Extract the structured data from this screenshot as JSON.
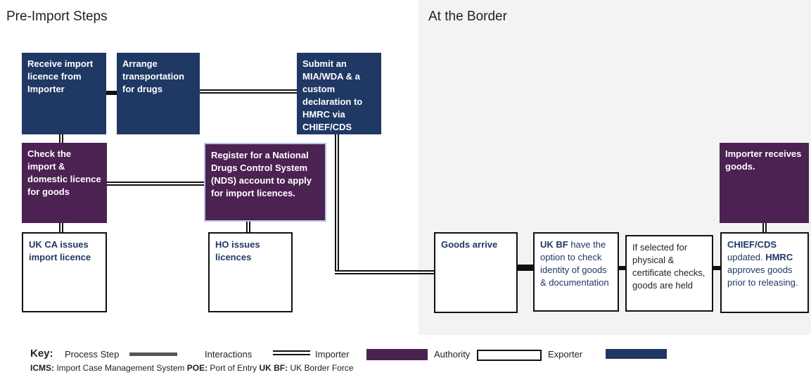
{
  "headings": {
    "pre_import": "Pre-Import Steps",
    "border": "At the Border"
  },
  "nodes": {
    "receive": "Receive import licence from Importer",
    "arrange": "Arrange transportation for drugs",
    "submit": "Submit an MIA/WDA & a custom declaration to HMRC via CHIEF/CDS",
    "check": "Check the import & domestic licence for goods",
    "register": "Register for a National Drugs Control System (NDS) account to apply for import licences.",
    "receives_goods": "Importer receives goods.",
    "ukca": "UK CA issues import licence",
    "ho": "HO issues licences",
    "arrive": "Goods arrive",
    "ukbf_bold": "UK BF",
    "ukbf_rest": " have the option to check identity of goods & documentation",
    "selected": "If selected for physical & certificate checks, goods are held",
    "chief_bold1": "CHIEF/CDS",
    "chief_rest1": " updated. ",
    "chief_bold2": "HMRC",
    "chief_rest2": " approves goods prior to releasing."
  },
  "key": {
    "title": "Key:",
    "process_step": "Process Step",
    "interactions": "Interactions",
    "importer": "Importer",
    "authority": "Authority",
    "exporter": "Exporter",
    "colors": {
      "importer": "#4b2251",
      "authority": "#ffffff",
      "exporter": "#1f3864",
      "process": "#555555"
    }
  },
  "abbreviations": [
    {
      "term": "ICMS:",
      "desc": " Import Case Management System "
    },
    {
      "term": "POE:",
      "desc": " Port of Entry "
    },
    {
      "term": "UK BF:",
      "desc": " UK Border Force"
    }
  ]
}
